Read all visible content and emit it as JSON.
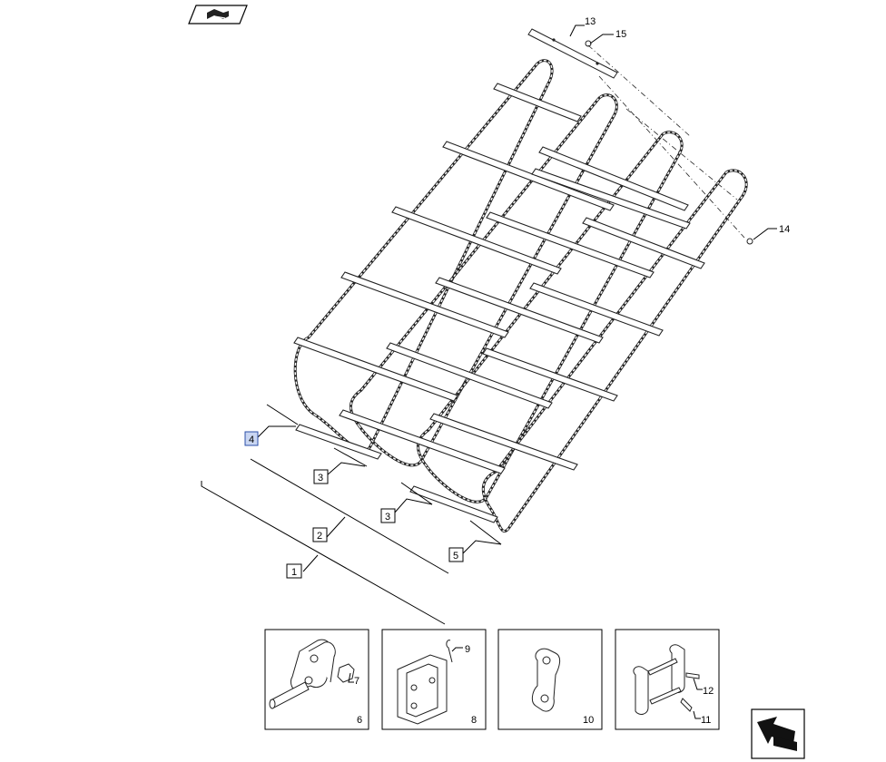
{
  "nav": {
    "top_icon": "book-pointer-icon",
    "bottom_icon": "next-page-arrow-icon"
  },
  "callouts": {
    "c1": "1",
    "c2": "2",
    "c3a": "3",
    "c3b": "3",
    "c4": "4",
    "c5": "5",
    "c13": "13",
    "c14": "14",
    "c15": "15"
  },
  "details": {
    "d6": "6",
    "d7": "7",
    "d8": "8",
    "d9": "9",
    "d10": "10",
    "d11": "11",
    "d12": "12"
  },
  "colors": {
    "highlight": "#c9d6f2"
  }
}
